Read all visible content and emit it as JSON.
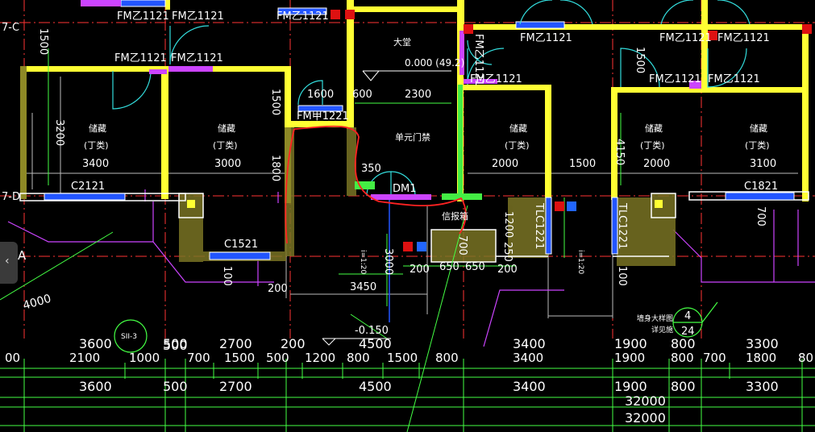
{
  "colors": {
    "wall": "#ffff33",
    "wall_fill": "#7a7424",
    "dim": "#44ff44",
    "axis": "#ff3333",
    "door": "#33dddd",
    "window": "#2255ff",
    "purple": "#cc44ff",
    "white": "#ffffff",
    "markup": "#ff2222"
  },
  "grid_labels": {
    "left_c": "7-C",
    "left_d": "7-D"
  },
  "door_tags": {
    "fm_top_1": "FM乙1121",
    "fm_top_2": "FM乙1121",
    "fm_top_3": "FM乙1121",
    "fm_top_4": "FM乙1121",
    "fm_top_5": "FM乙1121",
    "fm_top_6": "FM乙1121",
    "fm_mid_1": "FM乙1121",
    "fm_mid_2": "FM乙1121",
    "fm_mid_3": "FM乙1121",
    "fm_mid_4": "FM乙1121",
    "fm_mid_5": "FM乙1121",
    "fm_stair": "FM甲1221",
    "fm_vertical": "FM乙1121",
    "dm1": "DM1"
  },
  "window_tags": {
    "c2121": "C2121",
    "c1521": "C1521",
    "c1821": "C1821",
    "tlc_1": "TLC1221",
    "tlc_2": "TLC1221"
  },
  "rooms": {
    "lobby": "大堂",
    "elevation": "0.000 (49.2)",
    "unit_door": "单元门禁",
    "mailbox": "信报箱",
    "storage_1": "储藏",
    "storage_1_sub": "(丁类)",
    "storage_2": "储藏",
    "storage_2_sub": "(丁类)",
    "storage_3": "储藏",
    "storage_3_sub": "(丁类)",
    "storage_4": "储藏",
    "storage_4_sub": "(丁类)",
    "storage_5": "储藏",
    "storage_5_sub": "(丁类)",
    "outdoor_elev": "-0.150",
    "wall_note_1": "墙身大样图",
    "wall_note_2": "详见施",
    "callout_num": "4",
    "callout_sheet": "24",
    "section_ref": "SII-3",
    "slope_1": "i=1:20",
    "slope_2": "i=1:20",
    "axis_a": "A"
  },
  "dims": {
    "d1500_v": "1500",
    "d3200": "3200",
    "d3400_r1": "3400",
    "d3000_r2": "3000",
    "d1600": "1600",
    "d600": "600",
    "d2300": "2300",
    "d1500_vs": "1500",
    "d1800": "1800",
    "d350": "350",
    "d2000_r3": "2000",
    "d1500_mid": "1500",
    "d2000_r4": "2000",
    "d3100": "3100",
    "d1500_vr": "1500",
    "d4150": "4150",
    "d1200": "1200",
    "d700_r": "700",
    "d700_mb": "700",
    "d250": "250",
    "d200_a": "200",
    "d650_a": "650",
    "d650_b": "650",
    "d200_b": "200",
    "d3000_v": "3000",
    "d200_c": "200",
    "d3450": "3450",
    "d100_a": "100",
    "d100_b": "100",
    "d4000": "4000"
  },
  "dim_row1": [
    "3600",
    "500",
    "2700",
    "200",
    "4500",
    "3400",
    "1900",
    "800",
    "3300"
  ],
  "dim_row2": [
    "00",
    "2100",
    "1000",
    "700",
    "1500",
    "500",
    "1200",
    "800",
    "1500",
    "800",
    "3400",
    "1900",
    "800",
    "700",
    "1800",
    "80"
  ],
  "dim_row3": [
    "3600",
    "500",
    "2700",
    "4500",
    "3400",
    "1900",
    "800",
    "3300"
  ],
  "total_1": "32000",
  "total_2": "32000",
  "extra_500": "500"
}
